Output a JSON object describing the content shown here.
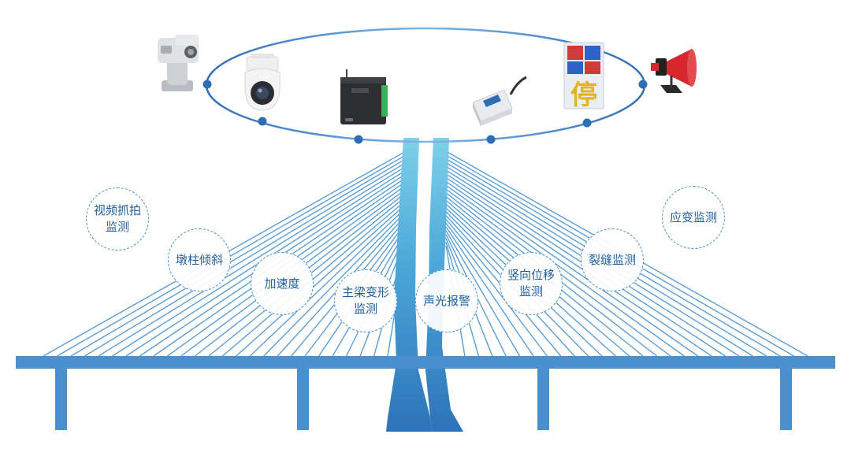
{
  "colors": {
    "bridge": "#4a90cf",
    "cable": "#5b9ed6",
    "ring": "#2f6db5",
    "ring_dot": "#2f6db5",
    "node_border": "#4a8fcb",
    "node_text": "#1f5f9c"
  },
  "devices": [
    {
      "icon": "ptz-thermal-camera-icon"
    },
    {
      "icon": "dome-camera-icon"
    },
    {
      "icon": "data-acquisition-unit-icon"
    },
    {
      "icon": "tilt-sensor-icon"
    },
    {
      "icon": "led-sign-icon",
      "text": "停"
    },
    {
      "icon": "alarm-horn-icon"
    }
  ],
  "monitoring_items": [
    {
      "name": "video-capture",
      "label": "视频抓拍\n监测"
    },
    {
      "name": "pier-tilt",
      "label": "墩柱倾斜"
    },
    {
      "name": "acceleration",
      "label": "加速度"
    },
    {
      "name": "girder-deformation",
      "label": "主梁变形\n监测"
    },
    {
      "name": "sound-light-alarm",
      "label": "声光报警"
    },
    {
      "name": "vertical-displacement",
      "label": "竖向位移\n监测"
    },
    {
      "name": "crack-monitoring",
      "label": "裂缝监测"
    },
    {
      "name": "strain-monitoring",
      "label": "应变监测"
    }
  ]
}
